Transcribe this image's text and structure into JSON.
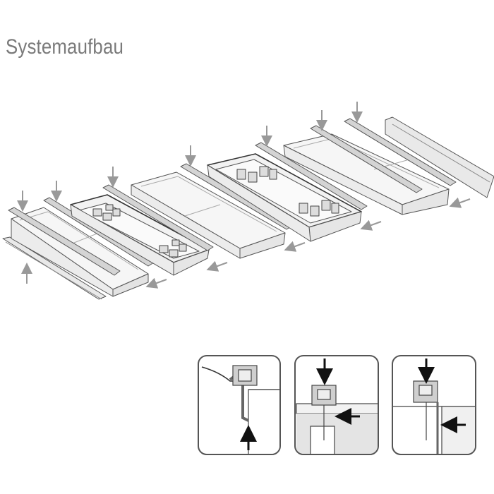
{
  "header": {
    "title": "Systemaufbau"
  },
  "colors": {
    "outline": "#555555",
    "rail": "#d4d4d4",
    "tray_fill": "#f3f3f3",
    "grey_arrow": "#999999",
    "black_arrow": "#111111",
    "panel_border": "#555555"
  },
  "exploded_view": {
    "modules": [
      "end-rail",
      "tray-plain",
      "rail",
      "tray-with-dividers",
      "rail",
      "tray-plain",
      "rail",
      "tray-with-dividers",
      "rail",
      "tray-plain",
      "rail",
      "cover-strip"
    ]
  },
  "detail_panels": [
    {
      "name": "clip-from-below",
      "arrows": [
        "up"
      ]
    },
    {
      "name": "clip-from-top-and-side",
      "arrows": [
        "down",
        "left"
      ]
    },
    {
      "name": "clip-from-top-and-side-b",
      "arrows": [
        "down",
        "left"
      ]
    }
  ]
}
